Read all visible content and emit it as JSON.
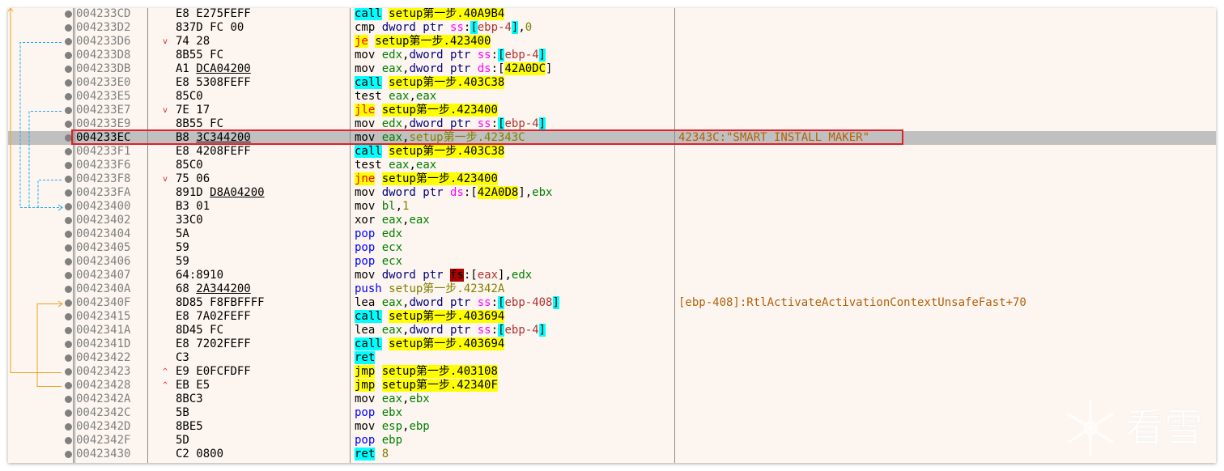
{
  "colors": {
    "background": "#fdf6f0",
    "selection": "#c0c0c0",
    "highlight_box": "#e0202a",
    "call_bg": "#00ffff",
    "jump_bg": "#ffff00",
    "comment": "#b4600c"
  },
  "selected_index": 9,
  "watermark": "看雪",
  "rows": [
    {
      "addr": "004233CD",
      "op": "E8",
      "arg": "E275FEFF",
      "u": false,
      "mark": "",
      "ins": [
        [
          "call",
          "cl"
        ],
        [
          " ",
          ""
        ],
        [
          "setup第一步.40A9B4",
          "ya"
        ]
      ],
      "cmt": ""
    },
    {
      "addr": "004233D2",
      "op": "837D",
      "arg": "FC 00",
      "u": false,
      "mark": "",
      "ins": [
        [
          "cmp ",
          ""
        ],
        [
          "dword ptr ",
          "kw"
        ],
        [
          "ss",
          "sg"
        ],
        [
          ":",
          ""
        ],
        [
          "[",
          "bk"
        ],
        [
          "ebp-4",
          "me"
        ],
        [
          "]",
          "bk"
        ],
        [
          ",",
          ""
        ],
        [
          "0",
          "nu"
        ]
      ],
      "cmt": ""
    },
    {
      "addr": "004233D6",
      "op": "74",
      "arg": "28",
      "u": false,
      "mark": "v",
      "ins": [
        [
          "je",
          "jc"
        ],
        [
          " ",
          ""
        ],
        [
          "setup第一步.423400",
          "ya"
        ]
      ],
      "cmt": ""
    },
    {
      "addr": "004233D8",
      "op": "8B55",
      "arg": "FC",
      "u": false,
      "mark": "",
      "ins": [
        [
          "mov ",
          ""
        ],
        [
          "edx",
          "rg"
        ],
        [
          ",",
          ""
        ],
        [
          "dword ptr ",
          "kw"
        ],
        [
          "ss",
          "sg"
        ],
        [
          ":",
          ""
        ],
        [
          "[",
          "bk"
        ],
        [
          "ebp-4",
          "me"
        ],
        [
          "]",
          "bk"
        ]
      ],
      "cmt": ""
    },
    {
      "addr": "004233DB",
      "op": "A1",
      "arg": "DCA04200",
      "u": true,
      "mark": "",
      "ins": [
        [
          "mov ",
          ""
        ],
        [
          "eax",
          "rg"
        ],
        [
          ",",
          ""
        ],
        [
          "dword ptr ",
          "kw"
        ],
        [
          "ds",
          "sg"
        ],
        [
          ":[",
          ""
        ],
        [
          "42A0DC",
          "ya"
        ],
        [
          "]",
          ""
        ]
      ],
      "cmt": ""
    },
    {
      "addr": "004233E0",
      "op": "E8",
      "arg": "5308FEFF",
      "u": false,
      "mark": "",
      "ins": [
        [
          "call",
          "cl"
        ],
        [
          " ",
          ""
        ],
        [
          "setup第一步.403C38",
          "ya"
        ]
      ],
      "cmt": ""
    },
    {
      "addr": "004233E5",
      "op": "85C0",
      "arg": "",
      "u": false,
      "mark": "",
      "ins": [
        [
          "test ",
          ""
        ],
        [
          "eax",
          "rg"
        ],
        [
          ",",
          ""
        ],
        [
          "eax",
          "rg"
        ]
      ],
      "cmt": ""
    },
    {
      "addr": "004233E7",
      "op": "7E",
      "arg": "17",
      "u": false,
      "mark": "v",
      "ins": [
        [
          "jle",
          "jc"
        ],
        [
          " ",
          ""
        ],
        [
          "setup第一步.423400",
          "ya"
        ]
      ],
      "cmt": ""
    },
    {
      "addr": "004233E9",
      "op": "8B55",
      "arg": "FC",
      "u": false,
      "mark": "",
      "ins": [
        [
          "mov ",
          ""
        ],
        [
          "edx",
          "rg"
        ],
        [
          ",",
          ""
        ],
        [
          "dword ptr ",
          "kw"
        ],
        [
          "ss",
          "sg"
        ],
        [
          ":",
          ""
        ],
        [
          "[",
          "bk"
        ],
        [
          "ebp-4",
          "me"
        ],
        [
          "]",
          "bk"
        ]
      ],
      "cmt": ""
    },
    {
      "addr": "004233EC",
      "op": "B8",
      "arg": "3C344200",
      "u": true,
      "mark": "",
      "ins": [
        [
          "mov ",
          ""
        ],
        [
          "eax",
          "rg"
        ],
        [
          ",",
          ""
        ],
        [
          "setup第一步.42343C",
          "lb"
        ]
      ],
      "cmt": "42343C:\"SMART INSTALL MAKER\""
    },
    {
      "addr": "004233F1",
      "op": "E8",
      "arg": "4208FEFF",
      "u": false,
      "mark": "",
      "ins": [
        [
          "call",
          "cl"
        ],
        [
          " ",
          ""
        ],
        [
          "setup第一步.403C38",
          "ya"
        ]
      ],
      "cmt": ""
    },
    {
      "addr": "004233F6",
      "op": "85C0",
      "arg": "",
      "u": false,
      "mark": "",
      "ins": [
        [
          "test ",
          ""
        ],
        [
          "eax",
          "rg"
        ],
        [
          ",",
          ""
        ],
        [
          "eax",
          "rg"
        ]
      ],
      "cmt": ""
    },
    {
      "addr": "004233F8",
      "op": "75",
      "arg": "06",
      "u": false,
      "mark": "v",
      "ins": [
        [
          "jne",
          "jc"
        ],
        [
          " ",
          ""
        ],
        [
          "setup第一步.423400",
          "ya"
        ]
      ],
      "cmt": ""
    },
    {
      "addr": "004233FA",
      "op": "891D",
      "arg": "D8A04200",
      "u": true,
      "mark": "",
      "ins": [
        [
          "mov ",
          ""
        ],
        [
          "dword ptr ",
          "kw"
        ],
        [
          "ds",
          "sg"
        ],
        [
          ":[",
          ""
        ],
        [
          "42A0D8",
          "ya"
        ],
        [
          "],",
          ""
        ],
        [
          "ebx",
          "rg"
        ]
      ],
      "cmt": ""
    },
    {
      "addr": "00423400",
      "op": "B3",
      "arg": "01",
      "u": false,
      "mark": "",
      "ins": [
        [
          "mov ",
          ""
        ],
        [
          "bl",
          "rg"
        ],
        [
          ",",
          ""
        ],
        [
          "1",
          "nu"
        ]
      ],
      "cmt": ""
    },
    {
      "addr": "00423402",
      "op": "33C0",
      "arg": "",
      "u": false,
      "mark": "",
      "ins": [
        [
          "xor ",
          ""
        ],
        [
          "eax",
          "rg"
        ],
        [
          ",",
          ""
        ],
        [
          "eax",
          "rg"
        ]
      ],
      "cmt": ""
    },
    {
      "addr": "00423404",
      "op": "5A",
      "arg": "",
      "u": false,
      "mark": "",
      "ins": [
        [
          "pop ",
          "pp"
        ],
        [
          "edx",
          "rg"
        ]
      ],
      "cmt": ""
    },
    {
      "addr": "00423405",
      "op": "59",
      "arg": "",
      "u": false,
      "mark": "",
      "ins": [
        [
          "pop ",
          "pp"
        ],
        [
          "ecx",
          "rg"
        ]
      ],
      "cmt": ""
    },
    {
      "addr": "00423406",
      "op": "59",
      "arg": "",
      "u": false,
      "mark": "",
      "ins": [
        [
          "pop ",
          "pp"
        ],
        [
          "ecx",
          "rg"
        ]
      ],
      "cmt": ""
    },
    {
      "addr": "00423407",
      "op": "64:8910",
      "arg": "",
      "u": false,
      "mark": "",
      "ins": [
        [
          "mov ",
          ""
        ],
        [
          "dword ptr ",
          "kw"
        ],
        [
          "fs",
          "fs"
        ],
        [
          ":[",
          ""
        ],
        [
          "eax",
          "me"
        ],
        [
          "],",
          ""
        ],
        [
          "edx",
          "rg"
        ]
      ],
      "cmt": ""
    },
    {
      "addr": "0042340A",
      "op": "68",
      "arg": "2A344200",
      "u": true,
      "mark": "",
      "ins": [
        [
          "push ",
          "pp"
        ],
        [
          "setup第一步.42342A",
          "lb"
        ]
      ],
      "cmt": ""
    },
    {
      "addr": "0042340F",
      "op": "8D85",
      "arg": "F8FBFFFF",
      "u": false,
      "mark": "",
      "ins": [
        [
          "lea ",
          ""
        ],
        [
          "eax",
          "rg"
        ],
        [
          ",",
          ""
        ],
        [
          "dword ptr ",
          "kw"
        ],
        [
          "ss",
          "sg"
        ],
        [
          ":",
          ""
        ],
        [
          "[",
          "bk"
        ],
        [
          "ebp-408",
          "me"
        ],
        [
          "]",
          "bk"
        ]
      ],
      "cmt": "[ebp-408]:RtlActivateActivationContextUnsafeFast+70"
    },
    {
      "addr": "00423415",
      "op": "E8",
      "arg": "7A02FEFF",
      "u": false,
      "mark": "",
      "ins": [
        [
          "call",
          "cl"
        ],
        [
          " ",
          ""
        ],
        [
          "setup第一步.403694",
          "ya"
        ]
      ],
      "cmt": ""
    },
    {
      "addr": "0042341A",
      "op": "8D45",
      "arg": "FC",
      "u": false,
      "mark": "",
      "ins": [
        [
          "lea ",
          ""
        ],
        [
          "eax",
          "rg"
        ],
        [
          ",",
          ""
        ],
        [
          "dword ptr ",
          "kw"
        ],
        [
          "ss",
          "sg"
        ],
        [
          ":",
          ""
        ],
        [
          "[",
          "bk"
        ],
        [
          "ebp-4",
          "me"
        ],
        [
          "]",
          "bk"
        ]
      ],
      "cmt": ""
    },
    {
      "addr": "0042341D",
      "op": "E8",
      "arg": "7202FEFF",
      "u": false,
      "mark": "",
      "ins": [
        [
          "call",
          "cl"
        ],
        [
          " ",
          ""
        ],
        [
          "setup第一步.403694",
          "ya"
        ]
      ],
      "cmt": ""
    },
    {
      "addr": "00423422",
      "op": "C3",
      "arg": "",
      "u": false,
      "mark": "",
      "ins": [
        [
          "ret",
          "cl"
        ]
      ],
      "cmt": ""
    },
    {
      "addr": "00423423",
      "op": "E9",
      "arg": "E0FCFDFF",
      "u": false,
      "mark": "^",
      "ins": [
        [
          "jmp",
          "jm"
        ],
        [
          " ",
          ""
        ],
        [
          "setup第一步.403108",
          "ya"
        ]
      ],
      "cmt": ""
    },
    {
      "addr": "00423428",
      "op": "EB",
      "arg": "E5",
      "u": false,
      "mark": "^",
      "ins": [
        [
          "jmp",
          "jm"
        ],
        [
          " ",
          ""
        ],
        [
          "setup第一步.42340F",
          "ya"
        ]
      ],
      "cmt": ""
    },
    {
      "addr": "0042342A",
      "op": "8BC3",
      "arg": "",
      "u": false,
      "mark": "",
      "ins": [
        [
          "mov ",
          ""
        ],
        [
          "eax",
          "rg"
        ],
        [
          ",",
          ""
        ],
        [
          "ebx",
          "rg"
        ]
      ],
      "cmt": ""
    },
    {
      "addr": "0042342C",
      "op": "5B",
      "arg": "",
      "u": false,
      "mark": "",
      "ins": [
        [
          "pop ",
          "pp"
        ],
        [
          "ebx",
          "rg"
        ]
      ],
      "cmt": ""
    },
    {
      "addr": "0042342D",
      "op": "8BE5",
      "arg": "",
      "u": false,
      "mark": "",
      "ins": [
        [
          "mov ",
          ""
        ],
        [
          "esp",
          "rg"
        ],
        [
          ",",
          ""
        ],
        [
          "ebp",
          "rg"
        ]
      ],
      "cmt": ""
    },
    {
      "addr": "0042342F",
      "op": "5D",
      "arg": "",
      "u": false,
      "mark": "",
      "ins": [
        [
          "pop ",
          "pp"
        ],
        [
          "ebp",
          "rg"
        ]
      ],
      "cmt": ""
    },
    {
      "addr": "00423430",
      "op": "C2",
      "arg": "0800",
      "u": false,
      "mark": "",
      "ins": [
        [
          "ret",
          "cl"
        ],
        [
          " ",
          ""
        ],
        [
          "8",
          "nu"
        ]
      ],
      "cmt": ""
    }
  ]
}
